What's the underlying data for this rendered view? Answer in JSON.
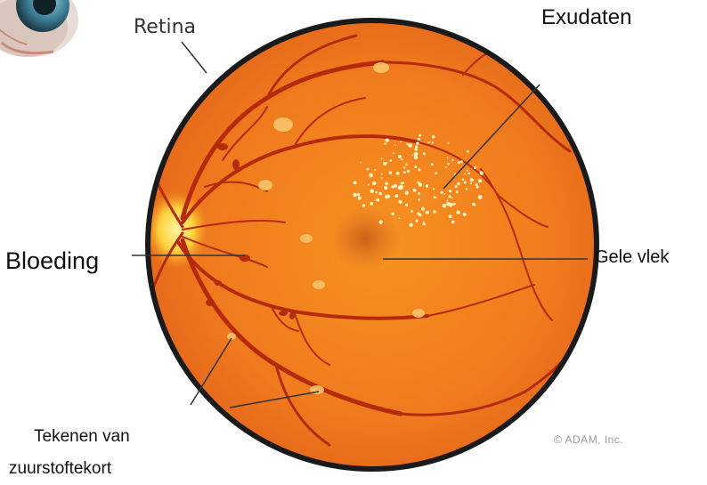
{
  "labels": {
    "retina": "Retina",
    "exudates": "Exudaten",
    "bleeding": "Bloeding",
    "yellow_spot": "Gele vlek",
    "oxygen_line1": "Tekenen van",
    "oxygen_line2": "zuurstoftekort",
    "copyright": "© ADAM, Inc."
  },
  "colors": {
    "fundus": "#f07a1e",
    "vessel": "#b52a0a",
    "optic_disc": "#ffd23a",
    "exudate": "#fff6c8",
    "border": "#1a1a1a"
  }
}
